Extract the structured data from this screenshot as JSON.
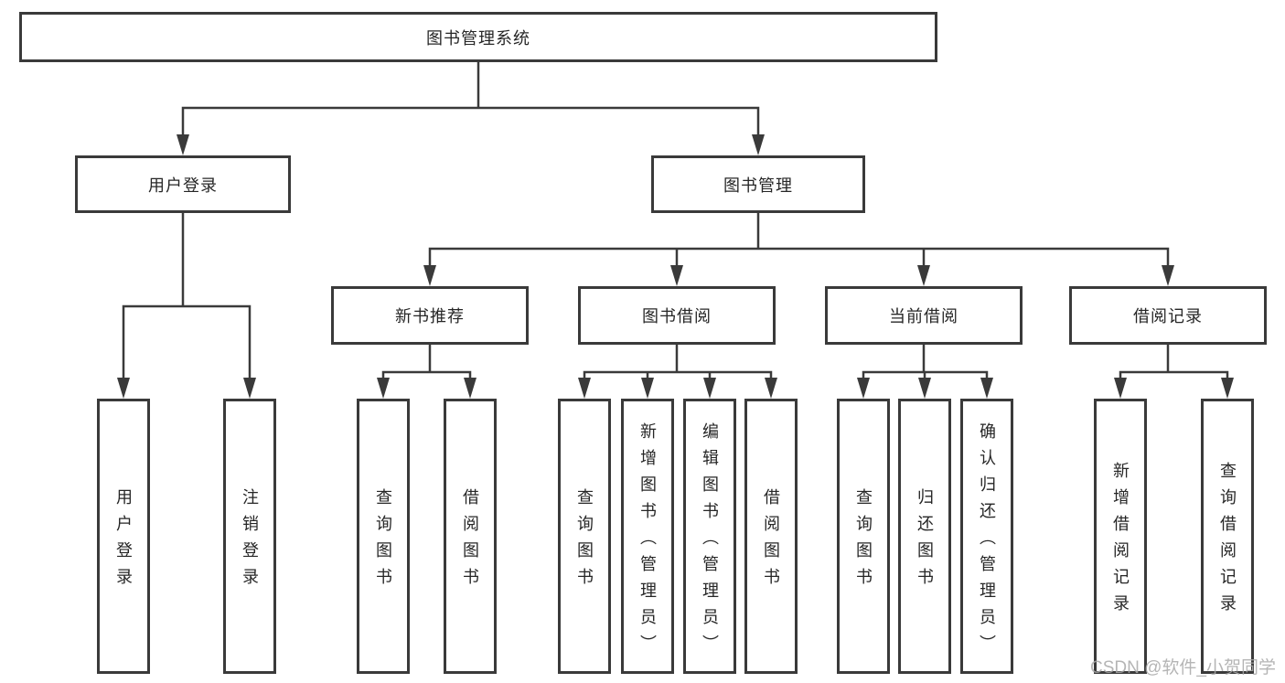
{
  "diagram": {
    "root": {
      "label": "图书管理系统"
    },
    "level2": [
      {
        "label": "用户登录"
      },
      {
        "label": "图书管理"
      }
    ],
    "level3": [
      {
        "label": "新书推荐"
      },
      {
        "label": "图书借阅"
      },
      {
        "label": "当前借阅"
      },
      {
        "label": "借阅记录"
      }
    ],
    "leaves": {
      "user_login": [
        "用户登录",
        "注销登录"
      ],
      "new_book_recommend": [
        "查询图书",
        "借阅图书"
      ],
      "book_borrow": [
        "查询图书",
        "新增图书（管理员）",
        "编辑图书（管理员）",
        "借阅图书"
      ],
      "current_borrow": [
        "查询图书",
        "归还图书",
        "确认归还（管理员）"
      ],
      "borrow_records": [
        "新增借阅记录",
        "查询借阅记录"
      ]
    }
  },
  "watermark": {
    "text": "CSDN @软件_小贺同学"
  },
  "colors": {
    "line": "#3a3a3a",
    "box_border": "#3a3a3a",
    "box_fill": "#ffffff",
    "label_text": "#262626",
    "watermark_text": "#a9a9a9",
    "background": "#ffffff"
  }
}
